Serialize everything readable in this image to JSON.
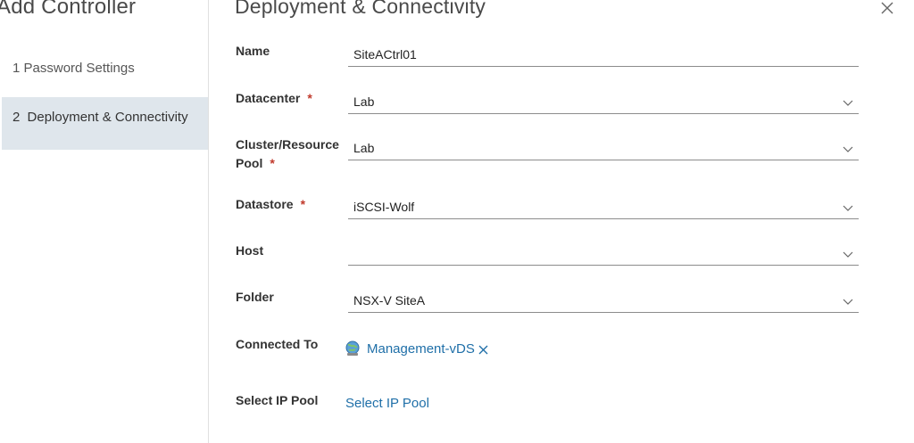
{
  "wizard": {
    "title": "Add Controller",
    "steps": [
      {
        "number": "1",
        "label": "Password Settings"
      },
      {
        "number": "2",
        "label": "Deployment & Connectivity"
      }
    ]
  },
  "page": {
    "title": "Deployment & Connectivity"
  },
  "form": {
    "name": {
      "label": "Name",
      "value": "SiteACtrl01"
    },
    "datacenter": {
      "label": "Datacenter",
      "required": "*",
      "value": "Lab"
    },
    "cluster": {
      "label": "Cluster/Resource Pool",
      "required": "*",
      "value": "Lab"
    },
    "datastore": {
      "label": "Datastore",
      "required": "*",
      "value": "iSCSI-Wolf"
    },
    "host": {
      "label": "Host",
      "value": ""
    },
    "folder": {
      "label": "Folder",
      "value": "NSX-V SiteA"
    },
    "connected_to": {
      "label": "Connected To",
      "value": "Management-vDS"
    },
    "ip_pool": {
      "label": "Select IP Pool",
      "link": "Select IP Pool"
    }
  },
  "icons": {
    "close": "close-icon",
    "caret": "chevron-down-icon",
    "network": "globe-network-icon",
    "remove": "remove-icon"
  },
  "colors": {
    "link": "#1f6fa8",
    "selected_step_bg": "#dfe6ec",
    "required": "#c0392b"
  }
}
